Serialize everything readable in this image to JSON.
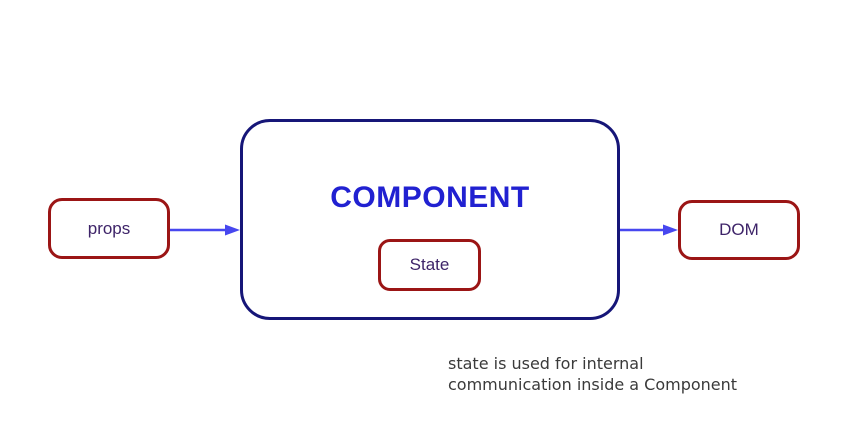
{
  "diagram": {
    "component": {
      "label": "COMPONENT"
    },
    "state": {
      "label": "State"
    },
    "props": {
      "label": "props"
    },
    "dom": {
      "label": "DOM"
    },
    "caption": {
      "line1": "state is used for internal",
      "line2": "communication inside a Component"
    },
    "colors": {
      "component_border": "#161678",
      "component_text": "#2121d1",
      "small_box_border": "#9b1515",
      "small_box_text": "#3e2469",
      "arrow": "#4747ef",
      "caption_text": "#3a3a3a",
      "background": "#ffffff"
    }
  }
}
